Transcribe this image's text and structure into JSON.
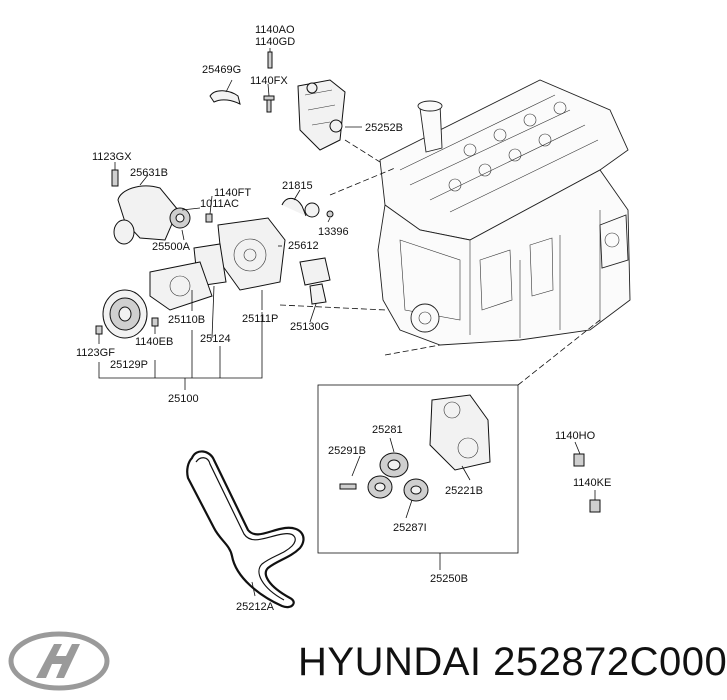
{
  "caption": {
    "brand": "HYUNDAI",
    "part_number": "252872C000"
  },
  "logo": {
    "name": "hyundai-logo"
  },
  "labels": {
    "l1140AO": "1140AO",
    "l1140GD": "1140GD",
    "l25469G": "25469G",
    "l1140FX": "1140FX",
    "l25252B": "25252B",
    "l1123GX": "1123GX",
    "l25631B": "25631B",
    "l1140FT": "1140FT",
    "l1011AC": "1011AC",
    "l21815": "21815",
    "l13396": "13396",
    "l25500A": "25500A",
    "l25612": "25612",
    "l25110B": "25110B",
    "l25111P": "25111P",
    "l25130G": "25130G",
    "l1123GF": "1123GF",
    "l1140EB": "1140EB",
    "l25124": "25124",
    "l25129P": "25129P",
    "l25100": "25100",
    "l25281": "25281",
    "l1140HO": "1140HO",
    "l25291B": "25291B",
    "l25221B": "25221B",
    "l1140KE": "1140KE",
    "l25287I": "25287I",
    "l25250B": "25250B",
    "l25212A": "25212A"
  }
}
